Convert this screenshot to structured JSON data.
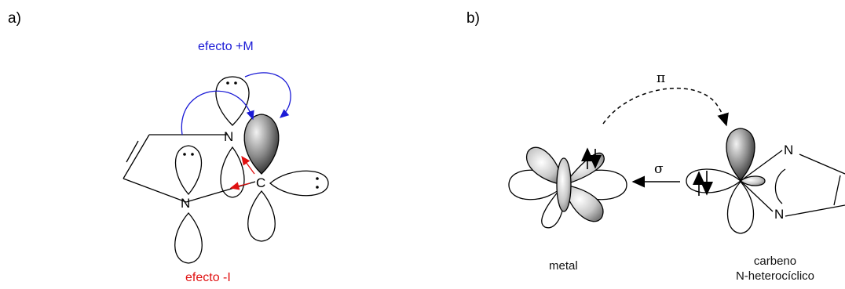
{
  "panel_a": {
    "label": "a)",
    "effect_m": {
      "text": "efecto +M",
      "color": "#1a1ad6"
    },
    "effect_i": {
      "text": "efecto -I",
      "color": "#e01010"
    },
    "atoms": {
      "n_top": "N",
      "n_bottom": "N",
      "carbon": "C"
    }
  },
  "panel_b": {
    "label": "b)",
    "pi_symbol": "π",
    "sigma_symbol": "σ",
    "metal_caption": "metal",
    "carbene_caption_line1": "carbeno",
    "carbene_caption_line2": "N-heterocíclico",
    "atoms": {
      "n_top": "N",
      "n_bottom": "N"
    }
  }
}
